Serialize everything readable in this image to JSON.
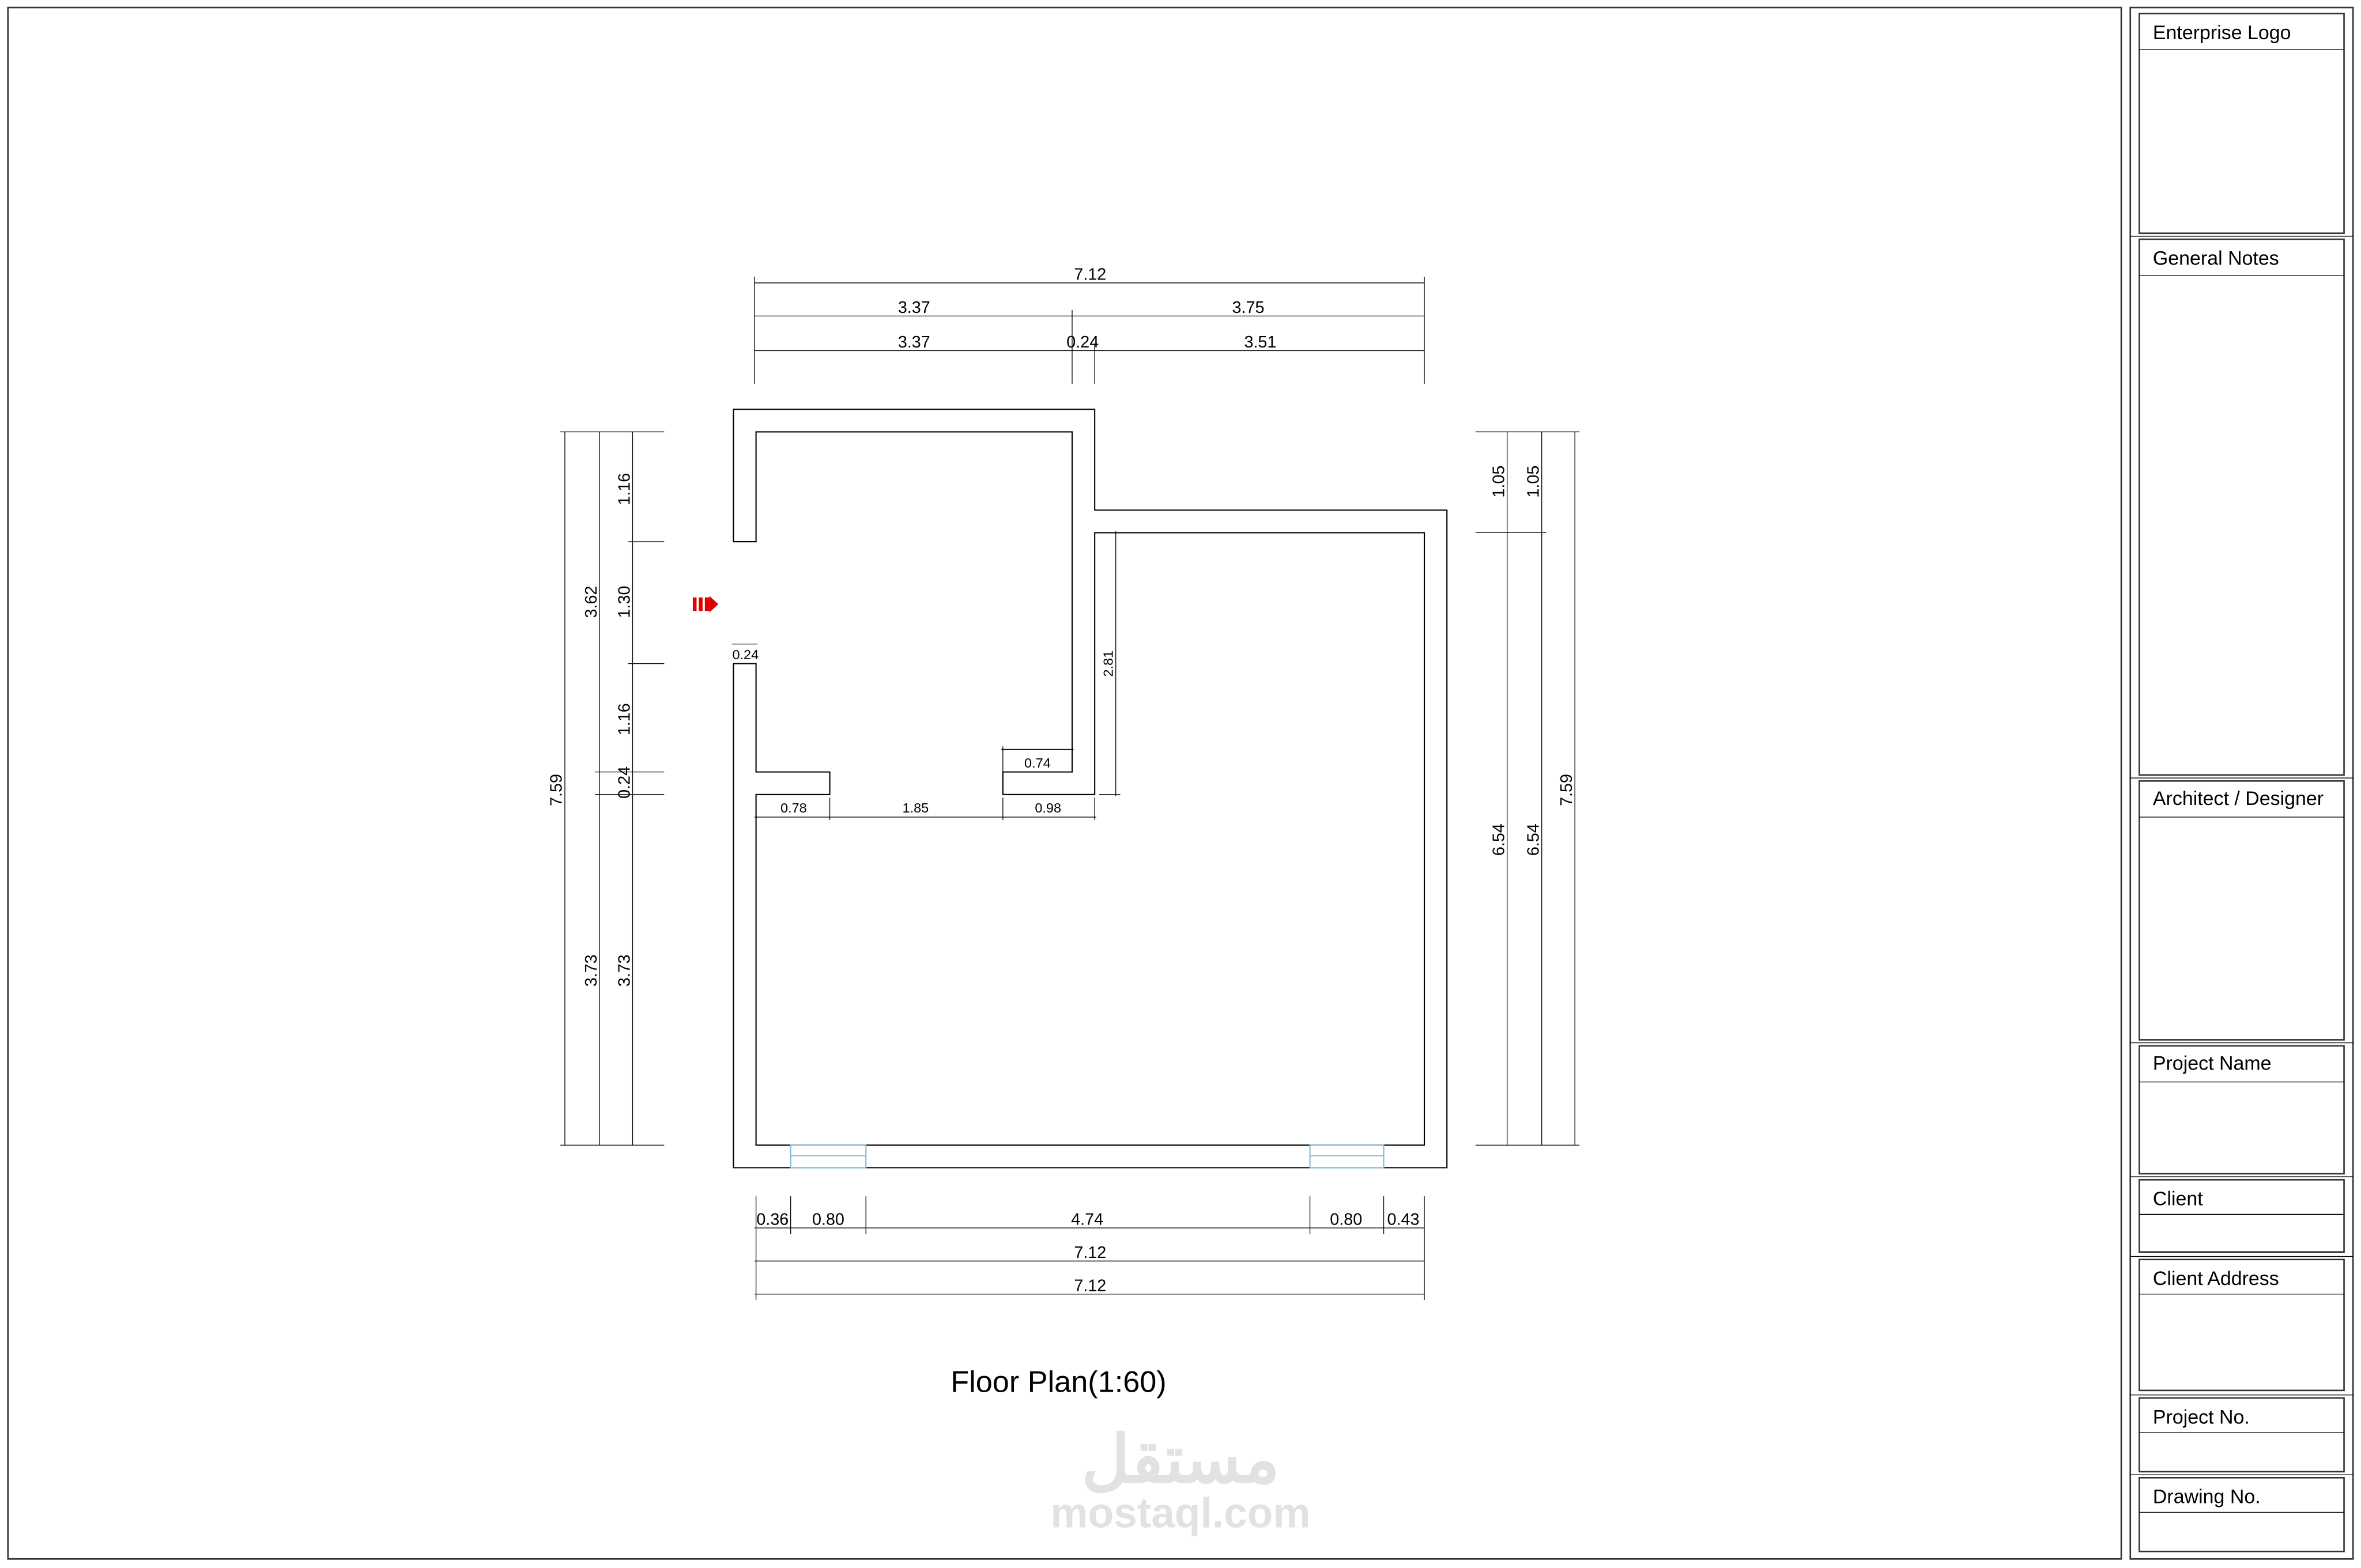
{
  "drawing": {
    "title": "Floor Plan(1:60)",
    "accent_color": "#e00000",
    "window_color": "#7fb8d8",
    "watermark": {
      "arabic": "مستقل",
      "latin": "mostaql.com"
    },
    "entrance_icon": "entrance-arrow-icon"
  },
  "dimensions": {
    "top": {
      "overall": "7.12",
      "row2": [
        "3.37",
        "3.75"
      ],
      "row3": [
        "3.37",
        "0.24",
        "3.51"
      ]
    },
    "left": {
      "overall": "7.59",
      "mid": [
        "3.62",
        "3.73"
      ],
      "inner": [
        "1.16",
        "1.30",
        "1.16",
        "0.24",
        "3.73"
      ]
    },
    "right": {
      "inner": [
        "1.05",
        "6.54"
      ],
      "mid": [
        "1.05",
        "6.54"
      ],
      "overall": "7.59"
    },
    "bottom": {
      "row1": [
        "0.36",
        "0.80",
        "4.74",
        "0.80",
        "0.43"
      ],
      "row2": "7.12",
      "row3": "7.12"
    },
    "interior": {
      "door_wall": "0.24",
      "stub": "0.74",
      "right_wall": "2.81",
      "partition": [
        "0.78",
        "1.85",
        "0.98"
      ]
    }
  },
  "title_block": [
    {
      "label": "Enterprise Logo"
    },
    {
      "label": "General Notes"
    },
    {
      "label": "Architect / Designer"
    },
    {
      "label": "Project Name"
    },
    {
      "label": "Client"
    },
    {
      "label": "Client Address"
    },
    {
      "label": "Project No."
    },
    {
      "label": "Drawing No."
    }
  ]
}
